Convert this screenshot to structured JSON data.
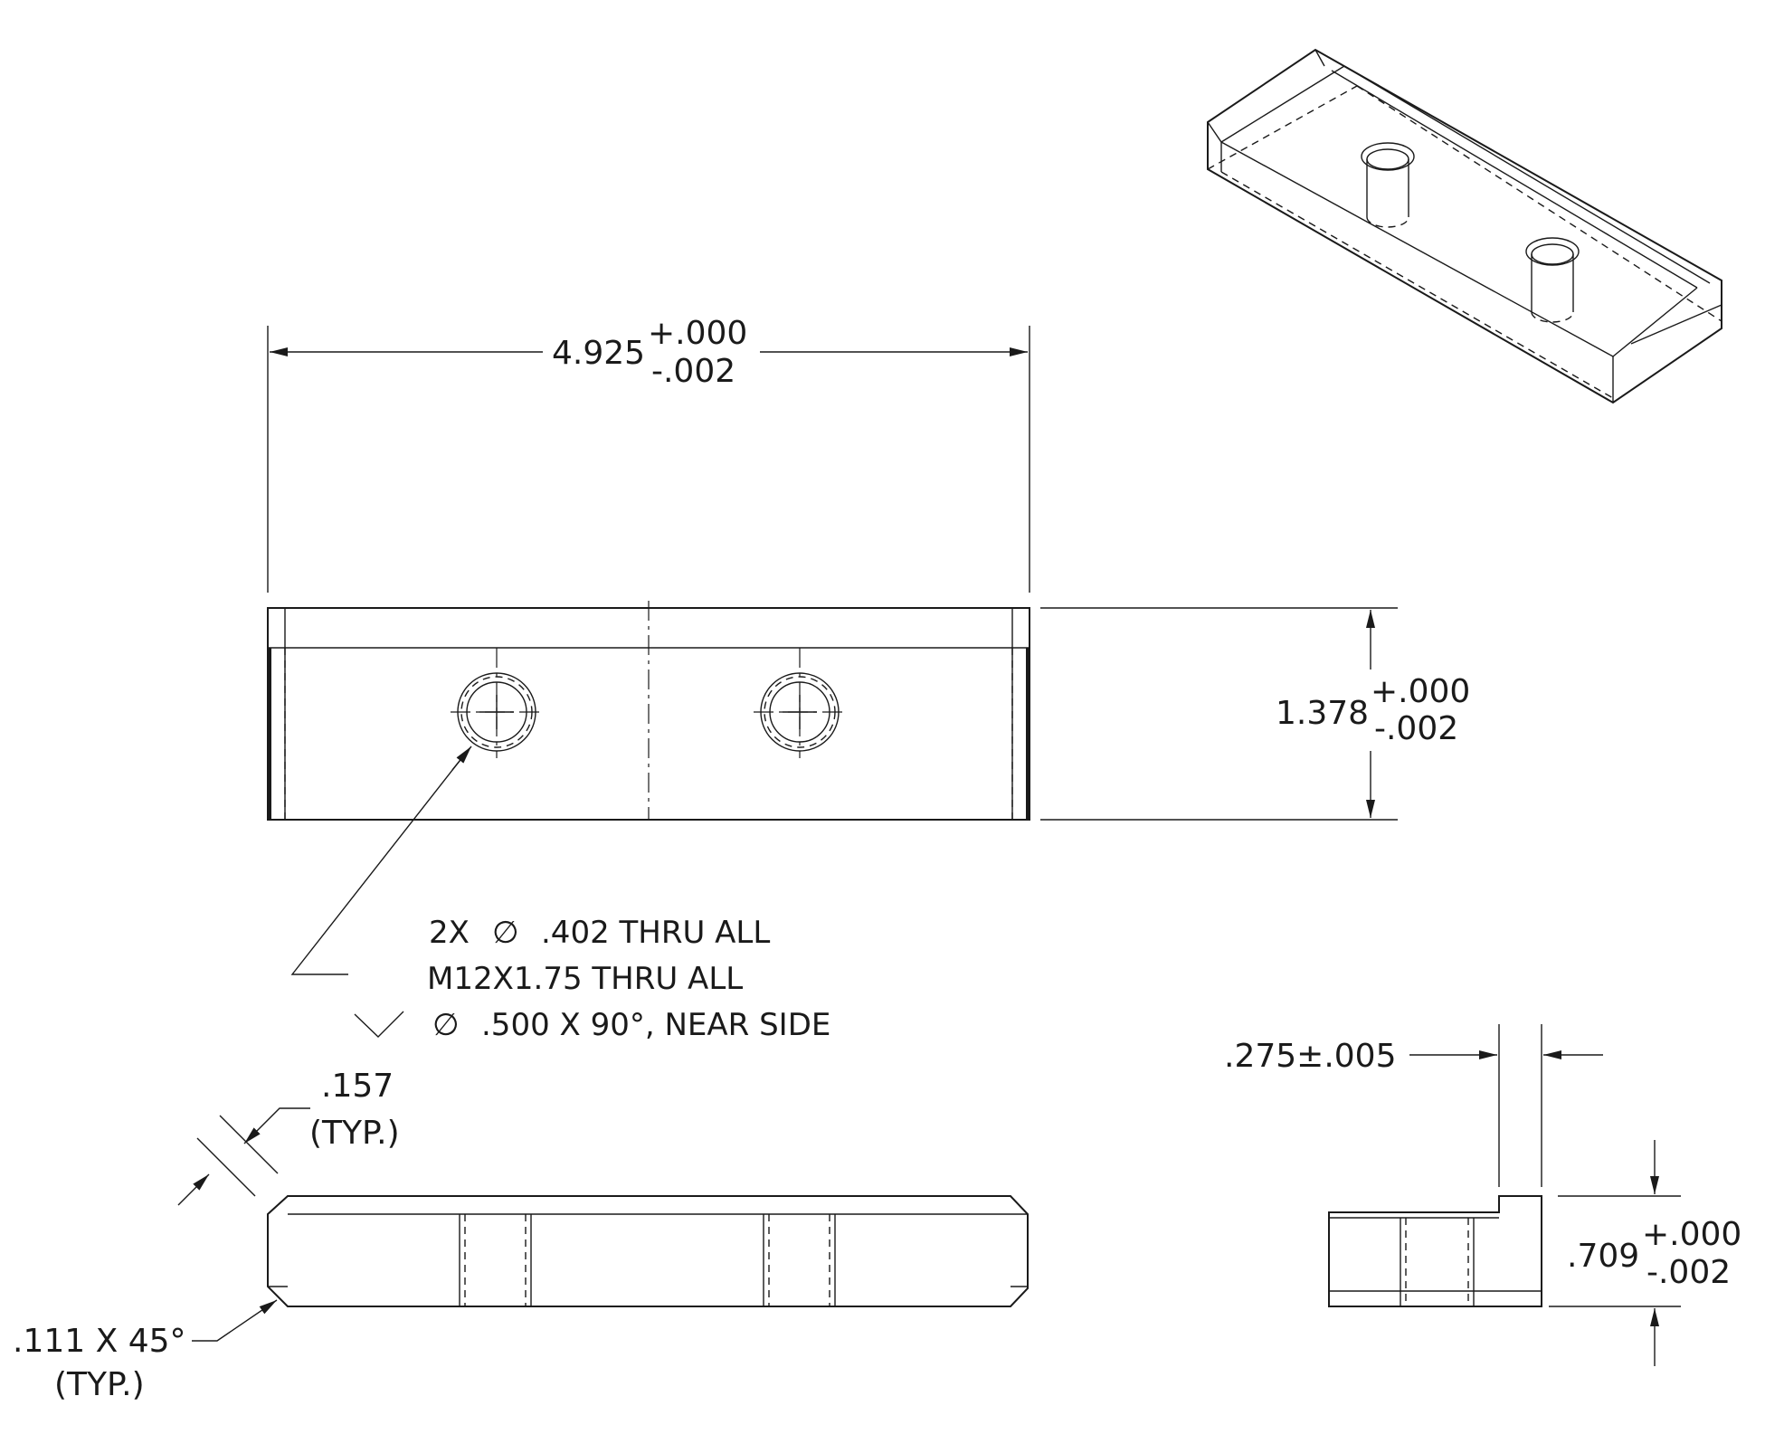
{
  "front_view": {
    "width_nominal": "4.925",
    "width_tol_plus": "+.000",
    "width_tol_minus": "-.002",
    "height_nominal": "1.378",
    "height_tol_plus": "+.000",
    "height_tol_minus": "-.002"
  },
  "hole_callout": {
    "line1_prefix": "2X",
    "line1_symbol": "∅",
    "line1_text": ".402 THRU ALL",
    "line2": "M12X1.75  THRU ALL",
    "line3_symbol": "∅",
    "line3_text": ".500 X 90°, NEAR SIDE"
  },
  "top_view": {
    "chamfer_width": ".157",
    "chamfer_width_note": "(TYP.)",
    "chamfer": ".111 X 45°",
    "chamfer_note": "(TYP.)"
  },
  "side_view": {
    "step_width": ".275±.005",
    "thickness_nominal": ".709",
    "thickness_tol_plus": "+.000",
    "thickness_tol_minus": "-.002"
  }
}
